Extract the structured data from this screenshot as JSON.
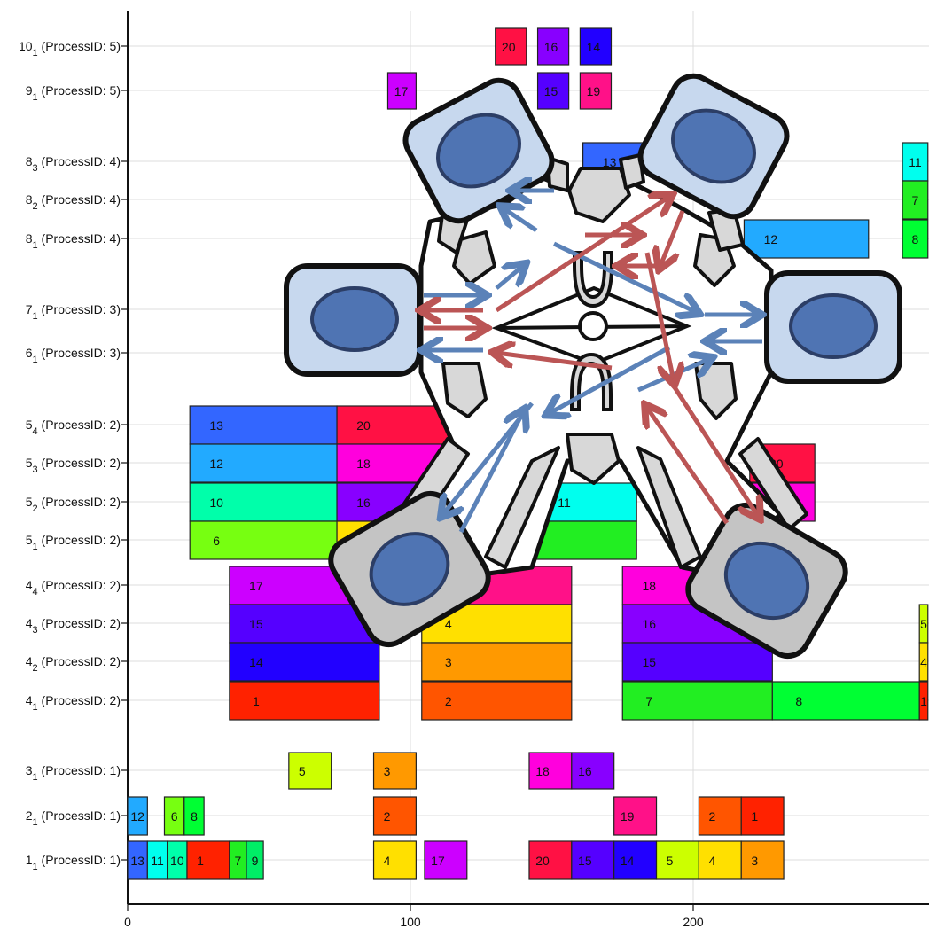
{
  "chart_data": {
    "type": "gantt",
    "title": "",
    "xlabel": "",
    "ylabel": "",
    "xlim": [
      0,
      283
    ],
    "x_ticks": [
      0,
      100,
      200
    ],
    "grid": true,
    "rows": [
      {
        "id": "10_1",
        "label": "10",
        "sub": "1",
        "suffix": " (ProcessID: 5)"
      },
      {
        "id": "9_1",
        "label": "9",
        "sub": "1",
        "suffix": " (ProcessID: 5)"
      },
      {
        "id": "8_3",
        "label": "8",
        "sub": "3",
        "suffix": " (ProcessID: 4)"
      },
      {
        "id": "8_2",
        "label": "8",
        "sub": "2",
        "suffix": " (ProcessID: 4)"
      },
      {
        "id": "8_1",
        "label": "8",
        "sub": "1",
        "suffix": " (ProcessID: 4)"
      },
      {
        "id": "7_1",
        "label": "7",
        "sub": "1",
        "suffix": " (ProcessID: 3)"
      },
      {
        "id": "6_1",
        "label": "6",
        "sub": "1",
        "suffix": " (ProcessID: 3)"
      },
      {
        "id": "5_4",
        "label": "5",
        "sub": "4",
        "suffix": " (ProcessID: 2)"
      },
      {
        "id": "5_3",
        "label": "5",
        "sub": "3",
        "suffix": " (ProcessID: 2)"
      },
      {
        "id": "5_2",
        "label": "5",
        "sub": "2",
        "suffix": " (ProcessID: 2)"
      },
      {
        "id": "5_1",
        "label": "5",
        "sub": "1",
        "suffix": " (ProcessID: 2)"
      },
      {
        "id": "4_4",
        "label": "4",
        "sub": "4",
        "suffix": " (ProcessID: 2)"
      },
      {
        "id": "4_3",
        "label": "4",
        "sub": "3",
        "suffix": " (ProcessID: 2)"
      },
      {
        "id": "4_2",
        "label": "4",
        "sub": "2",
        "suffix": " (ProcessID: 2)"
      },
      {
        "id": "4_1",
        "label": "4",
        "sub": "1",
        "suffix": " (ProcessID: 2)"
      },
      {
        "id": "3_1",
        "label": "3",
        "sub": "1",
        "suffix": " (ProcessID: 1)"
      },
      {
        "id": "2_1",
        "label": "2",
        "sub": "1",
        "suffix": " (ProcessID: 1)"
      },
      {
        "id": "1_1",
        "label": "1",
        "sub": "1",
        "suffix": " (ProcessID: 1)"
      }
    ],
    "job_colors": {
      "1": "#ff2200",
      "2": "#ff5500",
      "3": "#ff9900",
      "4": "#ffe000",
      "5": "#ccff00",
      "6": "#77ff11",
      "7": "#22ee22",
      "8": "#00ff33",
      "9": "#00ee66",
      "10": "#00ffaa",
      "11": "#00ffee",
      "12": "#22aaff",
      "13": "#3366ff",
      "14": "#2200ff",
      "15": "#5500ff",
      "16": "#8800ff",
      "17": "#cc00ff",
      "18": "#ff00dd",
      "19": "#ff1188",
      "20": "#ff1144"
    },
    "tasks": [
      {
        "row": "10_1",
        "job": "20",
        "start": 130,
        "end": 141
      },
      {
        "row": "10_1",
        "job": "16",
        "start": 145,
        "end": 156
      },
      {
        "row": "10_1",
        "job": "14",
        "start": 160,
        "end": 171
      },
      {
        "row": "9_1",
        "job": "17",
        "start": 92,
        "end": 102
      },
      {
        "row": "9_1",
        "job": "15",
        "start": 145,
        "end": 156
      },
      {
        "row": "9_1",
        "job": "19",
        "start": 160,
        "end": 171
      },
      {
        "row": "8_3",
        "job": "13",
        "start": 161,
        "end": 182
      },
      {
        "row": "8_3",
        "job": "11",
        "start": 274,
        "end": 283
      },
      {
        "row": "8_2",
        "job": "7",
        "start": 274,
        "end": 283
      },
      {
        "row": "8_1",
        "job": "12",
        "start": 218,
        "end": 262
      },
      {
        "row": "8_1",
        "job": "8",
        "start": 274,
        "end": 283
      },
      {
        "row": "5_4",
        "job": "13",
        "start": 22,
        "end": 74
      },
      {
        "row": "5_4",
        "job": "20",
        "start": 74,
        "end": 120
      },
      {
        "row": "5_3",
        "job": "12",
        "start": 22,
        "end": 74
      },
      {
        "row": "5_3",
        "job": "18",
        "start": 74,
        "end": 120
      },
      {
        "row": "5_3",
        "job": "20",
        "start": 220,
        "end": 243
      },
      {
        "row": "5_2",
        "job": "10",
        "start": 22,
        "end": 74
      },
      {
        "row": "5_2",
        "job": "16",
        "start": 74,
        "end": 120
      },
      {
        "row": "5_2",
        "job": "11",
        "start": 145,
        "end": 180
      },
      {
        "row": "5_2",
        "job": "18",
        "start": 220,
        "end": 243
      },
      {
        "row": "5_1",
        "job": "6",
        "start": 22,
        "end": 74
      },
      {
        "row": "5_1",
        "job": "4",
        "start": 74,
        "end": 120
      },
      {
        "row": "5_1",
        "job": "7",
        "start": 120,
        "end": 180
      },
      {
        "row": "4_4",
        "job": "17",
        "start": 36,
        "end": 89
      },
      {
        "row": "4_4",
        "job": "19",
        "start": 104,
        "end": 157
      },
      {
        "row": "4_4",
        "job": "18",
        "start": 175,
        "end": 228
      },
      {
        "row": "4_3",
        "job": "15",
        "start": 36,
        "end": 89
      },
      {
        "row": "4_3",
        "job": "4",
        "start": 104,
        "end": 157
      },
      {
        "row": "4_3",
        "job": "16",
        "start": 175,
        "end": 228
      },
      {
        "row": "4_3",
        "job": "5",
        "start": 280,
        "end": 283
      },
      {
        "row": "4_2",
        "job": "14",
        "start": 36,
        "end": 89
      },
      {
        "row": "4_2",
        "job": "3",
        "start": 104,
        "end": 157
      },
      {
        "row": "4_2",
        "job": "15",
        "start": 175,
        "end": 228
      },
      {
        "row": "4_2",
        "job": "4",
        "start": 280,
        "end": 283
      },
      {
        "row": "4_1",
        "job": "1",
        "start": 36,
        "end": 89
      },
      {
        "row": "4_1",
        "job": "2",
        "start": 104,
        "end": 157
      },
      {
        "row": "4_1",
        "job": "7",
        "start": 175,
        "end": 228
      },
      {
        "row": "4_1",
        "job": "8",
        "start": 228,
        "end": 280
      },
      {
        "row": "4_1",
        "job": "1",
        "start": 280,
        "end": 283
      },
      {
        "row": "3_1",
        "job": "5",
        "start": 57,
        "end": 72
      },
      {
        "row": "3_1",
        "job": "3",
        "start": 87,
        "end": 102
      },
      {
        "row": "3_1",
        "job": "18",
        "start": 142,
        "end": 157
      },
      {
        "row": "3_1",
        "job": "16",
        "start": 157,
        "end": 172
      },
      {
        "row": "2_1",
        "job": "12",
        "start": 0,
        "end": 7
      },
      {
        "row": "2_1",
        "job": "6",
        "start": 13,
        "end": 20
      },
      {
        "row": "2_1",
        "job": "8",
        "start": 20,
        "end": 27
      },
      {
        "row": "2_1",
        "job": "2",
        "start": 87,
        "end": 102
      },
      {
        "row": "2_1",
        "job": "19",
        "start": 172,
        "end": 187
      },
      {
        "row": "2_1",
        "job": "2",
        "start": 202,
        "end": 217
      },
      {
        "row": "2_1",
        "job": "1",
        "start": 217,
        "end": 232
      },
      {
        "row": "1_1",
        "job": "13",
        "start": 0,
        "end": 7
      },
      {
        "row": "1_1",
        "job": "11",
        "start": 7,
        "end": 14
      },
      {
        "row": "1_1",
        "job": "10",
        "start": 14,
        "end": 21
      },
      {
        "row": "1_1",
        "job": "1",
        "start": 21,
        "end": 36
      },
      {
        "row": "1_1",
        "job": "7",
        "start": 36,
        "end": 42
      },
      {
        "row": "1_1",
        "job": "9",
        "start": 42,
        "end": 48
      },
      {
        "row": "1_1",
        "job": "4",
        "start": 87,
        "end": 102
      },
      {
        "row": "1_1",
        "job": "17",
        "start": 105,
        "end": 120
      },
      {
        "row": "1_1",
        "job": "20",
        "start": 142,
        "end": 157
      },
      {
        "row": "1_1",
        "job": "15",
        "start": 157,
        "end": 172
      },
      {
        "row": "1_1",
        "job": "14",
        "start": 172,
        "end": 187
      },
      {
        "row": "1_1",
        "job": "5",
        "start": 187,
        "end": 202
      },
      {
        "row": "1_1",
        "job": "4",
        "start": 202,
        "end": 217
      },
      {
        "row": "1_1",
        "job": "3",
        "start": 217,
        "end": 232
      }
    ]
  },
  "overlay": {
    "type": "cluster-tool-diagram",
    "chambers": 6,
    "arrow_colors": {
      "blue": "#5b82b8",
      "red": "#bb5555"
    },
    "chamber_fill": "#c7d8ee",
    "chamber_fill_lower": "#c4c4c4",
    "wafer_fill": "#4f74b3"
  }
}
